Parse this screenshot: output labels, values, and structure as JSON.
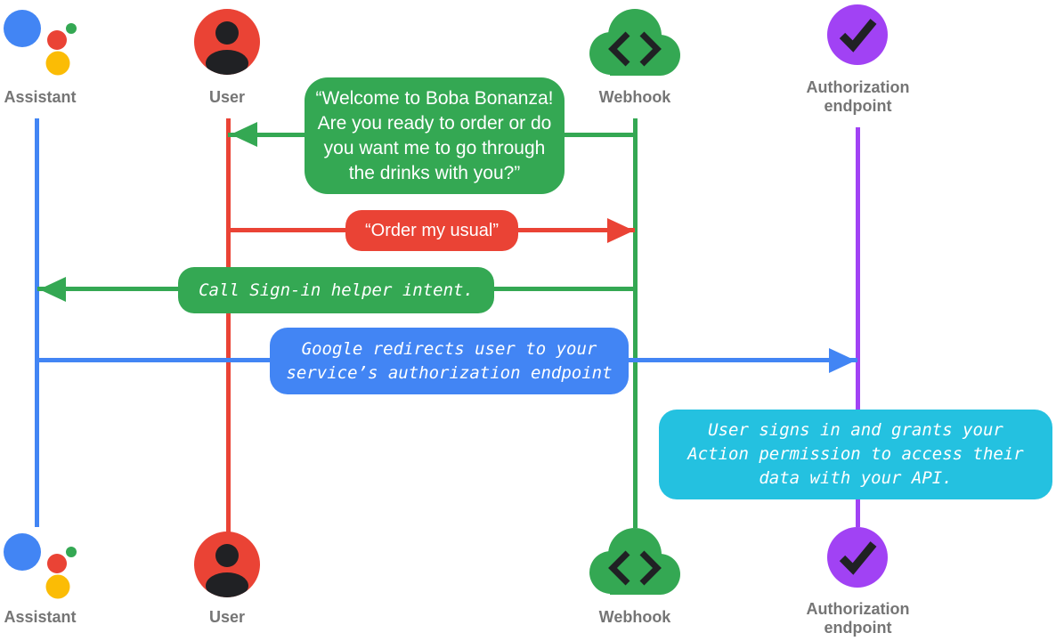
{
  "actors": {
    "assistant": {
      "label": "Assistant",
      "icon": "google-assistant-icon",
      "lifeline_color": "#4285F4"
    },
    "user": {
      "label": "User",
      "icon": "user-icon",
      "lifeline_color": "#EA4335"
    },
    "webhook": {
      "label": "Webhook",
      "icon": "webhook-cloud-icon",
      "lifeline_color": "#34A853"
    },
    "auth": {
      "label": "Authorization\nendpoint",
      "icon": "auth-check-icon",
      "lifeline_color": "#A142F4"
    }
  },
  "messages": {
    "welcome": {
      "text": "“Welcome to Boba Bonanza!\nAre you ready to order or do\nyou want me to go through\nthe drinks with you?”",
      "from": "Webhook",
      "to": "User",
      "color": "#34A853",
      "direction": "left"
    },
    "order": {
      "text": "“Order my usual”",
      "from": "User",
      "to": "Webhook",
      "color": "#EA4335",
      "direction": "right"
    },
    "signin": {
      "text": "Call Sign-in helper intent.",
      "from": "Webhook",
      "to": "Assistant",
      "color": "#34A853",
      "direction": "left"
    },
    "redirect": {
      "text": "Google redirects user to your\nservice’s authorization endpoint",
      "from": "Assistant",
      "to": "Authorization endpoint",
      "color": "#4285F4",
      "direction": "right"
    },
    "grant": {
      "text": "User signs in and grants your\nAction permission to access their\ndata with your API.",
      "on": "Authorization endpoint",
      "color": "#24C1E0",
      "direction": "none"
    }
  },
  "colors": {
    "assistant_blue": "#4285F4",
    "user_red": "#EA4335",
    "webhook_green": "#34A853",
    "auth_purple": "#A142F4",
    "note_cyan": "#24C1E0",
    "assistant_yellow": "#FBBC05",
    "label_gray": "#757575",
    "glyph_dark": "#202124",
    "message_text": "#FFFFFF",
    "background": "#FFFFFF"
  }
}
